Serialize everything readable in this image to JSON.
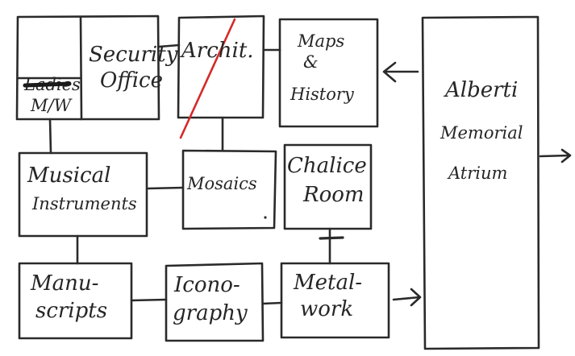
{
  "rooms": {
    "security_office": {
      "line1": "Security",
      "line2": "Office"
    },
    "restroom": {
      "crossed": "Ladies",
      "label": "M/W"
    },
    "architecture": {
      "label": "Archit."
    },
    "maps_history": {
      "line1": "Maps",
      "line2": "&",
      "line3": "History"
    },
    "alberti": {
      "line1": "Alberti",
      "line2": "Memorial",
      "line3": "Atrium"
    },
    "musical_instruments": {
      "line1": "Musical",
      "line2": "Instruments"
    },
    "mosaics": {
      "label": "Mosaics"
    },
    "chalice_room": {
      "line1": "Chalice",
      "line2": "Room"
    },
    "manuscripts": {
      "line1": "Manu-",
      "line2": "scripts"
    },
    "iconography": {
      "line1": "Icono-",
      "line2": "graphy"
    },
    "metalwork": {
      "line1": "Metal-",
      "line2": "work"
    }
  },
  "colors": {
    "ink": "#2a2a2a",
    "strike_red": "#d42a2a"
  }
}
